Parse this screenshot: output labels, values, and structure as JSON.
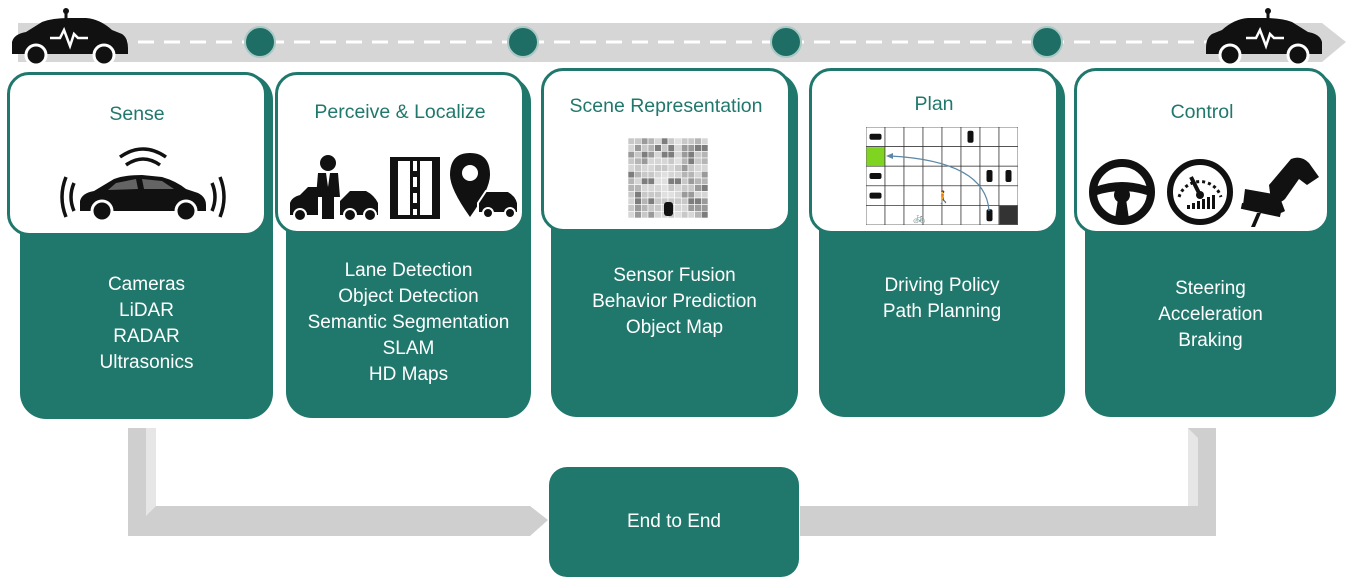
{
  "stages": [
    {
      "title": "Sense",
      "items": [
        "Cameras",
        "LiDAR",
        "RADAR",
        "Ultrasonics"
      ],
      "icons": [
        "car-sensors-icon"
      ]
    },
    {
      "title": "Perceive & Localize",
      "items": [
        "Lane Detection",
        "Object Detection",
        "Semantic Segmentation",
        "SLAM",
        "HD Maps"
      ],
      "icons": [
        "pedestrian-car-icon",
        "lane-icon",
        "location-car-icon"
      ]
    },
    {
      "title": "Scene Representation",
      "items": [
        "Sensor Fusion",
        "Behavior Prediction",
        "Object Map"
      ],
      "icons": [
        "occupancy-grid-icon"
      ]
    },
    {
      "title": "Plan",
      "items": [
        "Driving Policy",
        "Path Planning"
      ],
      "icons": [
        "planning-grid-icon"
      ]
    },
    {
      "title": "Control",
      "items": [
        "Steering",
        "Acceleration",
        "Braking"
      ],
      "icons": [
        "steering-wheel-icon",
        "speedometer-icon",
        "brake-pedal-icon"
      ]
    }
  ],
  "end_to_end": {
    "label": "End to End"
  },
  "colors": {
    "primary": "#20786c",
    "arrow": "#d3d3d3",
    "node": "#1e6e66",
    "ink": "#111111",
    "grid_highlight": "#7fd321"
  }
}
